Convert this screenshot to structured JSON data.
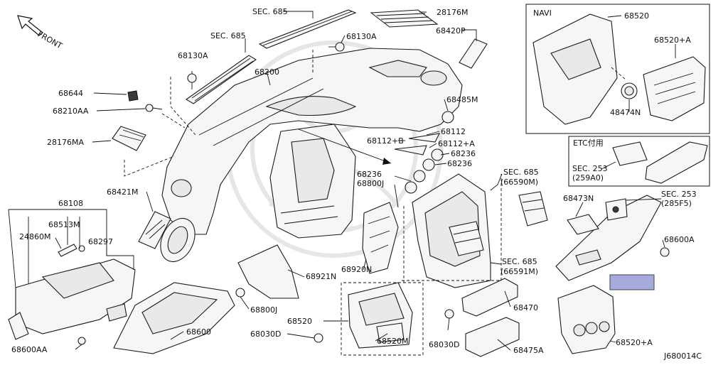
{
  "front_label": "FRONT",
  "diagram_code": "J680014C",
  "navi_label": "NAVI",
  "etc_label": "ETC付用",
  "highlight_color": "#a4abdc",
  "labels": {
    "sec685_top": "SEC. 685",
    "p28176m": "28176M",
    "sec685_left": "SEC. 685",
    "p68130a_a": "68130A",
    "p68420p": "68420P",
    "p68130a_b": "68130A",
    "p68200": "68200",
    "p68644": "68644",
    "p68210aa": "68210AA",
    "p68485m": "68485M",
    "p28176ma": "28176MA",
    "p68112": "68112",
    "p68112b": "68112+B",
    "p68112a": "68112+A",
    "p68236_a": "68236",
    "p68236_b": "68236",
    "p68236_c": "68236",
    "p68800j_a": "68800J",
    "sec685_66590": "SEC. 685",
    "sec685_66590_sub": "(66590M)",
    "p68421m": "68421M",
    "p68108": "68108",
    "p68513m": "68513M",
    "p24860m": "24860M",
    "p68297": "68297",
    "p68920n": "68920N",
    "sec685_66591": "SEC. 685",
    "sec685_66591_sub": "(66591M)",
    "p68921n": "68921N",
    "p68800j_b": "68800J",
    "p68520_main": "68520",
    "p68520m": "68520M",
    "p68470": "68470",
    "p68600": "68600",
    "p68030d_a": "68030D",
    "p68030d_b": "68030D",
    "p68475a": "68475A",
    "p68600aa": "68600AA",
    "p68520_navi": "68520",
    "p68520a_navi": "68520+A",
    "p48474n": "48474N",
    "sec253_259a0": "SEC. 253",
    "sec253_259a0_sub": "(259A0)",
    "p68473n": "68473N",
    "sec253_285f5": "SEC. 253",
    "sec253_285f5_sub": "(285F5)",
    "p68600a": "68600A",
    "p68520a_bottom": "68520+A"
  }
}
